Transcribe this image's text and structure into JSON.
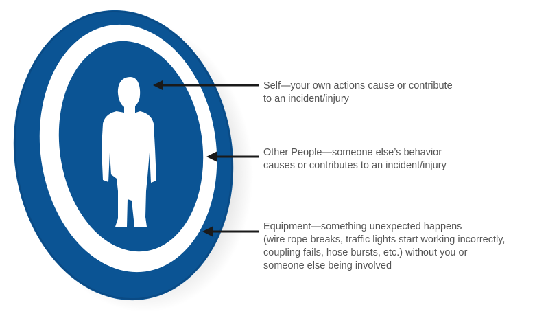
{
  "colors": {
    "outer_ring": "#0b5494",
    "ring_edge": "#0a4a84",
    "middle_ring": "#ffffff",
    "inner_disk": "#0b5494",
    "silhouette": "#ffffff",
    "arrow": "#1a1a1a",
    "label_text": "#555555"
  },
  "icons": {
    "center": "person-silhouette-icon"
  },
  "labels": {
    "self": {
      "line1": "Self—your own actions cause or contribute",
      "line2": "to an incident/injury"
    },
    "other_people": {
      "line1": "Other People—someone else’s behavior",
      "line2": "causes or contributes to an incident/injury"
    },
    "equipment": {
      "line1": "Equipment—something unexpected happens",
      "line2": "(wire rope breaks, traffic lights start working incorrectly,",
      "line3": "coupling fails, hose bursts, etc.) without you or",
      "line4": "someone else being involved"
    }
  }
}
